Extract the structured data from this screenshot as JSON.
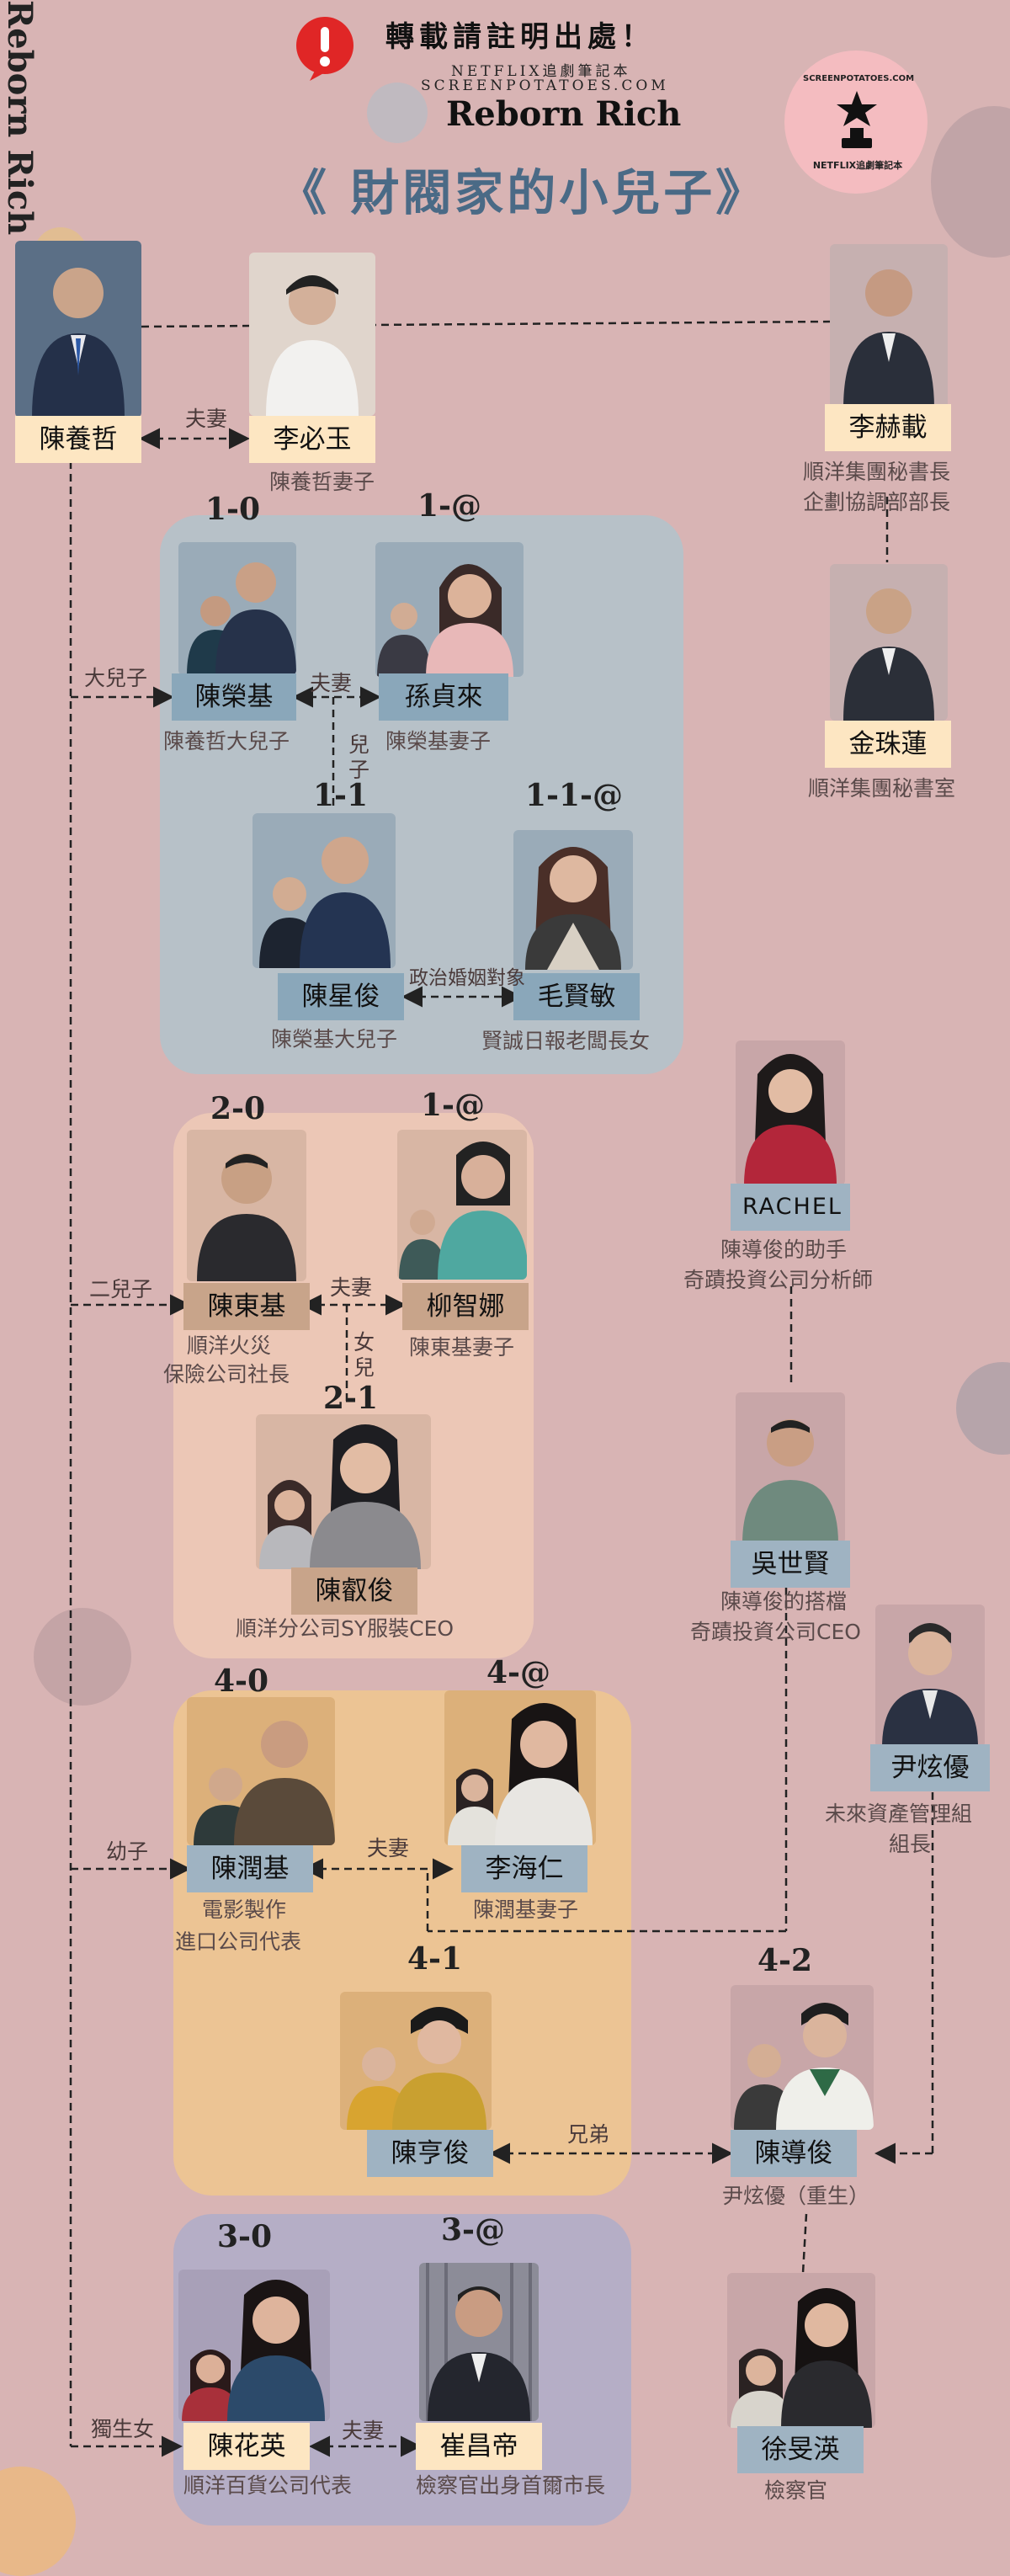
{
  "header": {
    "warning": "轉載請註明出處！",
    "line1": "NETFLIX追劇筆記本",
    "line2": "SCREENPOTATOES.COM",
    "brand": "Reborn Rich",
    "title": "《 財閥家的小兒子》",
    "badge_top": "SCREENPOTATOES.COM",
    "badge_bottom": "NETFLIX追劇筆記本"
  },
  "side_title": "Reborn Rich",
  "colors": {
    "background": "#d8b4b4",
    "panel_gen1": "#b7c1c8",
    "panel_gen2": "#ecc7b6",
    "panel_gen4": "#ecc494",
    "panel_gen3": "#b5aec6",
    "badge": "#f4bcc0",
    "warning_red": "#e02626"
  },
  "generations": {
    "g1_0": "1-0",
    "g1_at": "1-@",
    "g1_1": "1-1",
    "g1_1_at": "1-1-@",
    "g2_0": "2-0",
    "g2_at": "1-@",
    "g2_1": "2-1",
    "g4_0": "4-0",
    "g4_at": "4-@",
    "g4_1": "4-1",
    "g4_2": "4-2",
    "g3_0": "3-0",
    "g3_at": "3-@"
  },
  "people": {
    "chen_yangzhe": {
      "name": "陳養哲"
    },
    "li_biyu": {
      "name": "李必玉",
      "desc": "陳養哲妻子"
    },
    "li_hezai": {
      "name": "李赫載",
      "desc1": "順洋集團秘書長",
      "desc2": "企劃協調部部長"
    },
    "jin_zhulian": {
      "name": "金珠蓮",
      "desc": "順洋集團秘書室"
    },
    "chen_rongji": {
      "name": "陳榮基",
      "desc": "陳養哲大兒子"
    },
    "sun_zhenlai": {
      "name": "孫貞來",
      "desc": "陳榮基妻子"
    },
    "chen_xingjun": {
      "name": "陳星俊",
      "desc": "陳榮基大兒子"
    },
    "mao_xianmin": {
      "name": "毛賢敏",
      "desc": "賢誠日報老闆長女"
    },
    "rachel": {
      "name": "RACHEL",
      "desc1": "陳導俊的助手",
      "desc2": "奇蹟投資公司分析師"
    },
    "chen_dongji": {
      "name": "陳東基",
      "desc1": "順洋火災",
      "desc2": "保險公司社長"
    },
    "liu_zhina": {
      "name": "柳智娜",
      "desc": "陳東基妻子"
    },
    "chen_ruijun": {
      "name": "陳叡俊",
      "desc": "順洋分公司SY服裝CEO"
    },
    "wu_shixian": {
      "name": "吳世賢",
      "desc1": "陳導俊的搭檔",
      "desc2": "奇蹟投資公司CEO"
    },
    "yin_xuanyou": {
      "name": "尹炫優",
      "desc1": "未來資產管理組",
      "desc2": "組長"
    },
    "chen_runji": {
      "name": "陳潤基",
      "desc1": "電影製作",
      "desc2": "進口公司代表"
    },
    "li_haiie": {
      "name": "李海仁",
      "desc": "陳潤基妻子"
    },
    "chen_hengjun": {
      "name": "陳亨俊"
    },
    "chen_daojun": {
      "name": "陳導俊",
      "desc": "尹炫優（重生）"
    },
    "chen_huaying": {
      "name": "陳花英",
      "desc": "順洋百貨公司代表"
    },
    "cui_changdi": {
      "name": "崔昌帝",
      "desc": "檢察官出身首爾市長"
    },
    "xu_minying": {
      "name": "徐旻渶",
      "desc": "檢察官"
    }
  },
  "relations": {
    "spouse1": "夫妻",
    "eldest_son": "大兒子",
    "spouse2": "夫妻",
    "son": "兒子",
    "marriage": "政治婚姻對象",
    "second_son": "二兒子",
    "spouse3": "夫妻",
    "daughter": "女兒",
    "youngest_son": "幼子",
    "spouse4": "夫妻",
    "brothers": "兄弟",
    "only_daughter": "獨生女",
    "spouse5": "夫妻"
  }
}
